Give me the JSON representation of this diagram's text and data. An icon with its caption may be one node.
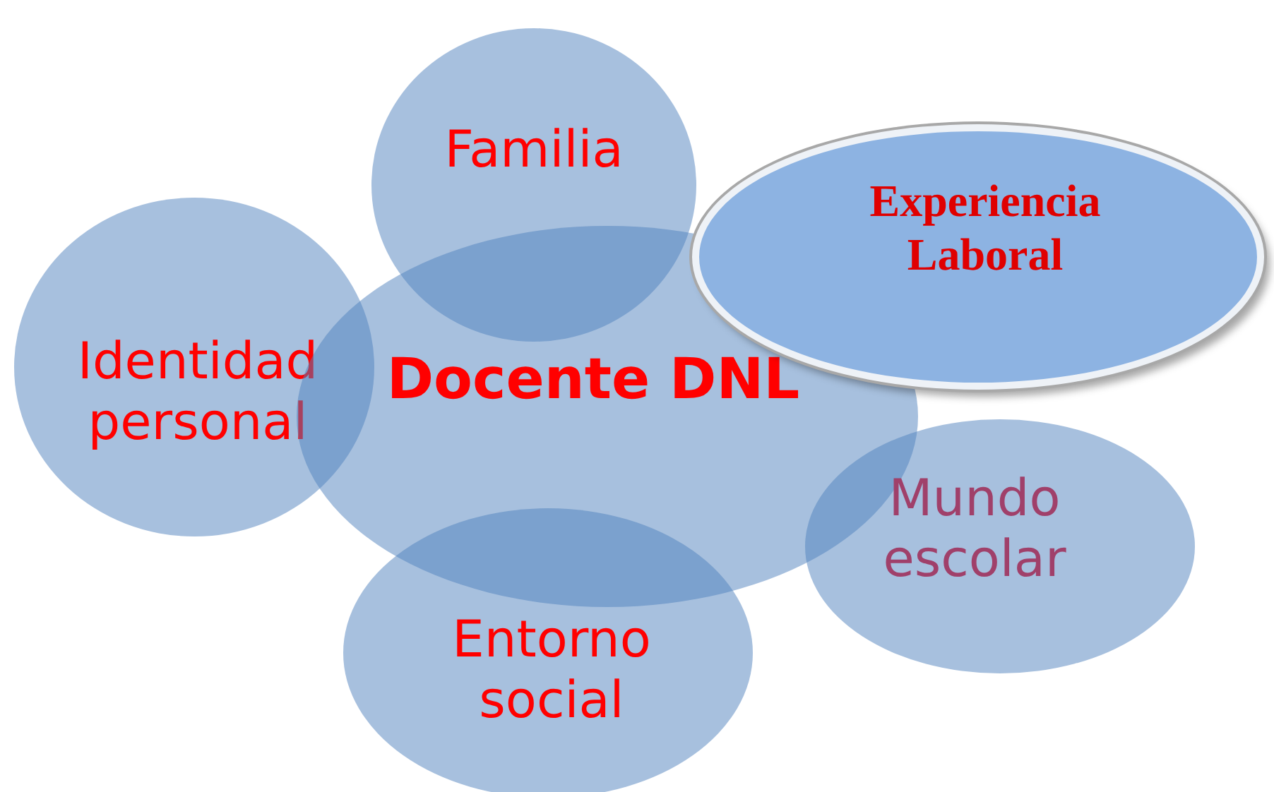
{
  "diagram": {
    "nodes": [
      {
        "text": [
          "Familia"
        ]
      },
      {
        "text": [
          "Experiencia Laboral"
        ]
      },
      {
        "text": [
          "Identidad personal"
        ]
      },
      {
        "text": [
          "Docente DNL"
        ]
      },
      {
        "text": [
          "Mundo escolar"
        ]
      },
      {
        "text": [
          "Entorno social"
        ]
      }
    ]
  }
}
